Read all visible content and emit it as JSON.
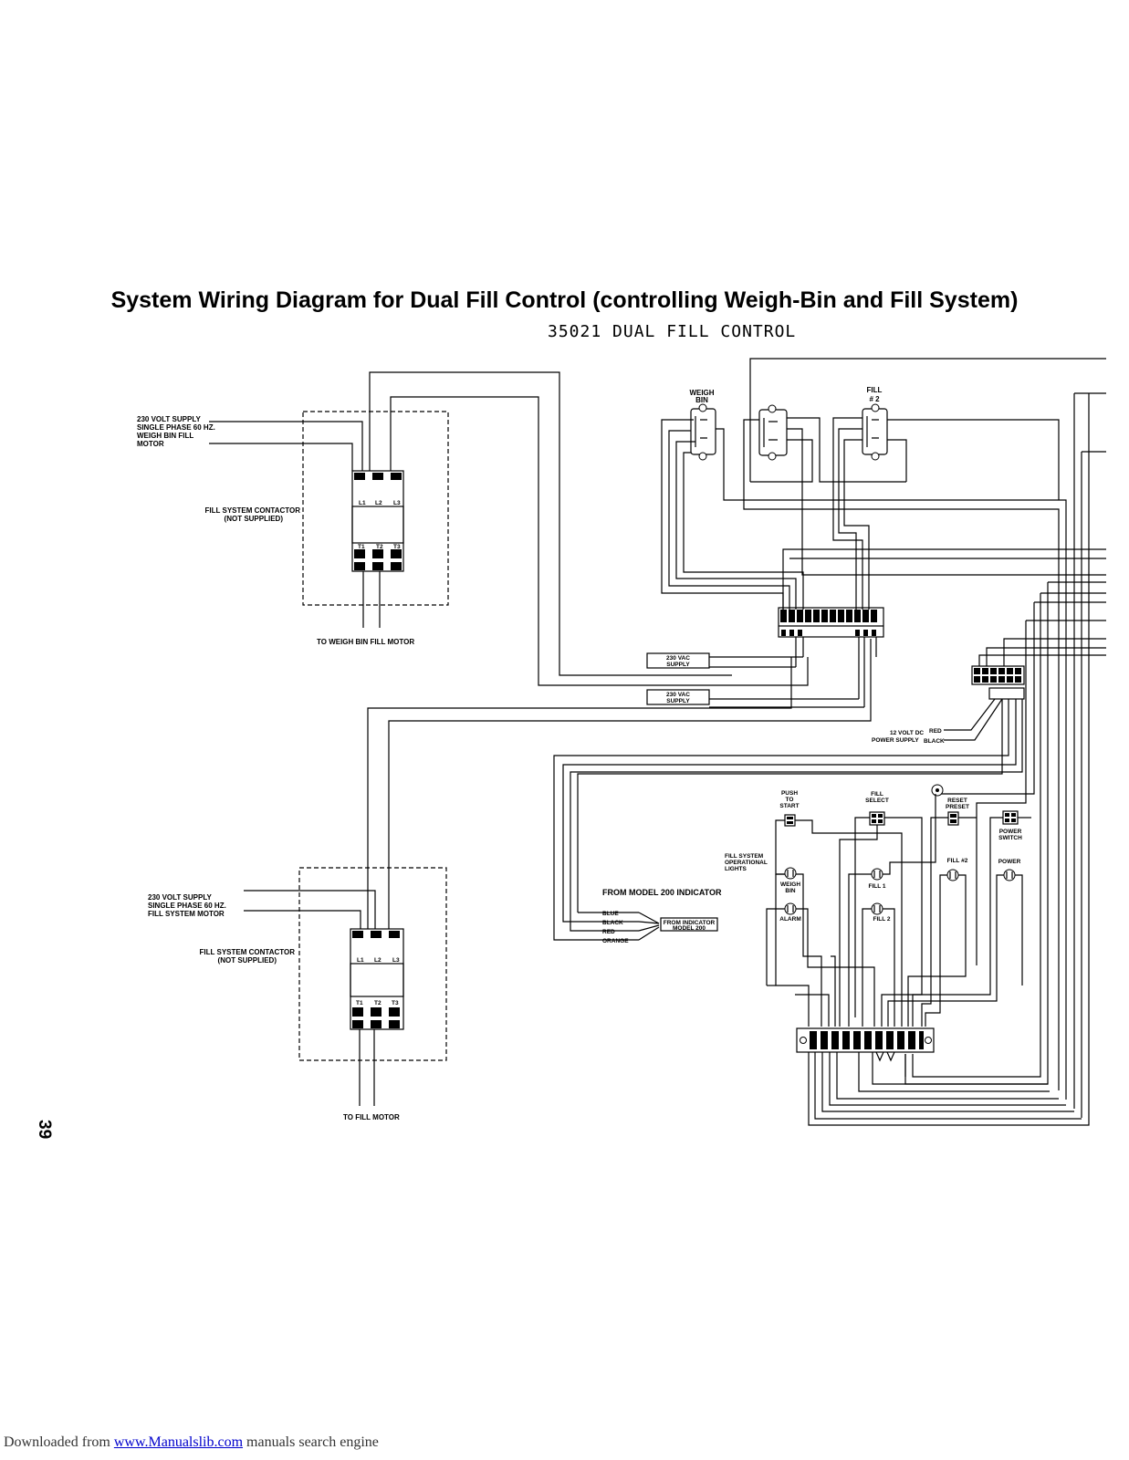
{
  "title": "System Wiring Diagram for Dual Fill Control (controlling Weigh-Bin and Fill System)",
  "subtitle": "35021 DUAL FILL CONTROL",
  "page_number": "39",
  "footer": {
    "prefix": "Downloaded from ",
    "link": "www.Manualslib.com",
    "suffix": " manuals search engine"
  },
  "contactor_top": {
    "supply_lines": [
      "230 VOLT SUPPLY",
      "SINGLE PHASE 60 HZ.",
      "WEIGH BIN FILL",
      "MOTOR"
    ],
    "label_lines": [
      "FILL SYSTEM CONTACTOR",
      "(NOT SUPPLIED)"
    ],
    "terminals_in": [
      "L1",
      "L2",
      "L3"
    ],
    "terminals_out": [
      "T1",
      "T2",
      "T3"
    ],
    "output": "TO WEIGH BIN FILL  MOTOR"
  },
  "contactor_bottom": {
    "supply_lines": [
      "230 VOLT SUPPLY",
      "SINGLE PHASE 60 HZ.",
      "FILL SYSTEM MOTOR"
    ],
    "label_lines": [
      "FILL SYSTEM CONTACTOR",
      "(NOT SUPPLIED)"
    ],
    "terminals_in": [
      "L1",
      "L2",
      "L3"
    ],
    "terminals_out": [
      "T1",
      "T2",
      "T3"
    ],
    "output": "TO FILL MOTOR"
  },
  "relays": {
    "weigh_bin": [
      "WEIGH",
      "BIN"
    ],
    "fill2": [
      "FILL",
      "# 2"
    ]
  },
  "supplies": {
    "vac1": [
      "230 VAC",
      "SUPPLY"
    ],
    "vac2": [
      "230 VAC",
      "SUPPLY"
    ],
    "dc": [
      "12 VOLT DC",
      "POWER SUPPLY"
    ],
    "dc_wires": [
      "RED",
      "BLACK"
    ]
  },
  "indicator": {
    "heading": "FROM MODEL 200 INDICATOR",
    "wires": [
      "BLUE",
      "BLACK",
      "RED",
      "ORANGE"
    ],
    "box": [
      "FROM INDICATOR",
      "MODEL 200"
    ]
  },
  "panel": {
    "push_to_start": [
      "PUSH",
      "TO",
      "START"
    ],
    "fill_select": [
      "FILL",
      "SELECT"
    ],
    "reset_preset": [
      "RESET",
      "PRESET"
    ],
    "power_switch": [
      "POWER",
      "SWITCH"
    ],
    "lights_label": [
      "FILL SYSTEM",
      "OPERATIONAL",
      "LIGHTS"
    ],
    "weigh_bin": [
      "WEIGH",
      "BIN"
    ],
    "fill1": "FILL 1",
    "fill_2_light": "FILL #2",
    "power": "POWER",
    "alarm": "ALARM",
    "fill2": "FILL 2"
  }
}
